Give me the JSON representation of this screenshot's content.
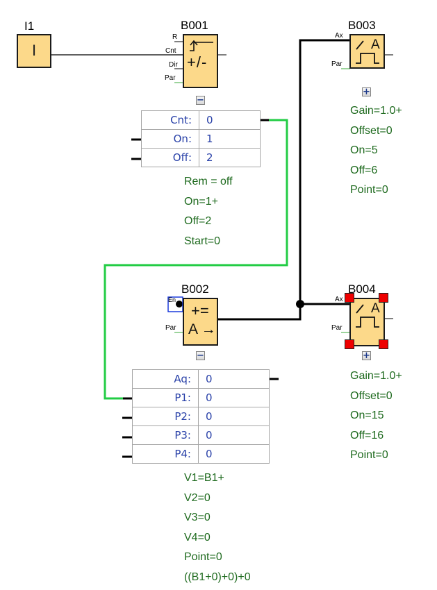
{
  "colors": {
    "block_fill": "#fcd98a",
    "wire": "#000000",
    "selected_wire": "#22cc44",
    "param_text": "#1e6a1e",
    "table_text": "#2840a8",
    "handle": "#ee0000"
  },
  "blocks": {
    "I1": {
      "title": "I1",
      "symbol": "I"
    },
    "B001": {
      "title": "B001",
      "inputs": [
        "R",
        "Cnt",
        "Dir",
        "Par"
      ],
      "symbol_top": "↑‾",
      "symbol_bottom": "+/-",
      "toggle": "−",
      "table": [
        {
          "label": "Cnt:",
          "value": "0"
        },
        {
          "label": "On:",
          "value": "1"
        },
        {
          "label": "Off:",
          "value": "2"
        }
      ],
      "params": [
        "Rem = off",
        "On=1+",
        "Off=2",
        "Start=0"
      ]
    },
    "B002": {
      "title": "B002",
      "inputs": [
        "En",
        "Par"
      ],
      "symbol_top": "+=",
      "symbol_bottom": "A →",
      "toggle": "−",
      "table": [
        {
          "label": "Aq:",
          "value": "0"
        },
        {
          "label": "P1:",
          "value": "0"
        },
        {
          "label": "P2:",
          "value": "0"
        },
        {
          "label": "P3:",
          "value": "0"
        },
        {
          "label": "P4:",
          "value": "0"
        }
      ],
      "params": [
        "V1=B1+",
        "V2=0",
        "V3=0",
        "V4=0",
        "Point=0",
        "((B1+0)+0)+0"
      ]
    },
    "B003": {
      "title": "B003",
      "inputs": [
        "Ax",
        "Par"
      ],
      "symbol_top": "/ A",
      "toggle": "+",
      "params": [
        "Gain=1.0+",
        "Offset=0",
        "On=5",
        "Off=6",
        "Point=0"
      ]
    },
    "B004": {
      "title": "B004",
      "inputs": [
        "Ax",
        "Par"
      ],
      "symbol_top": "/ A",
      "toggle": "+",
      "selected": true,
      "params": [
        "Gain=1.0+",
        "Offset=0",
        "On=15",
        "Off=16",
        "Point=0"
      ]
    }
  }
}
